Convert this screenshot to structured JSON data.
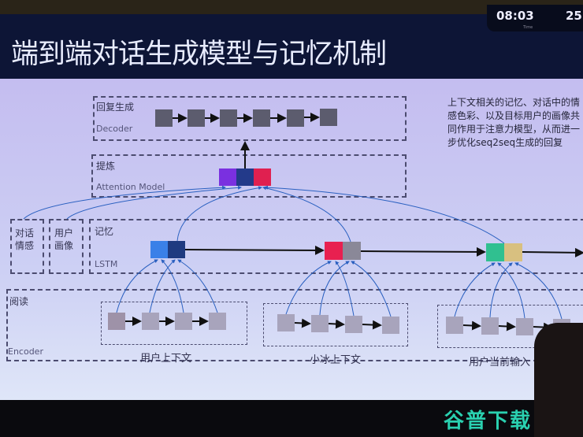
{
  "header": {
    "title": "端到端对话生成模型与记忆机制",
    "clock_time": "08:03",
    "clock_time_label": "Time",
    "clock_date": "25"
  },
  "decoder": {
    "label_cn": "回复生成",
    "label_en": "Decoder"
  },
  "attention": {
    "label_cn": "提炼",
    "label_en": "Attention Model",
    "colors": [
      "#7a30e0",
      "#233a8a",
      "#e02050"
    ]
  },
  "memory": {
    "emotion_label": "对话情感",
    "persona_label": "用户画像",
    "label_cn": "记忆",
    "label_en": "LSTM",
    "cell_colors": [
      [
        "#3a80e8",
        "#1e3a80"
      ],
      [
        "#e82050",
        "#8a8898"
      ],
      [
        "#30c090",
        "#d8c080"
      ]
    ]
  },
  "encoder": {
    "label_cn": "阅读",
    "label_en": "Encoder",
    "groups": [
      "用户上下文",
      "小冰上下文",
      "用户当前输入"
    ]
  },
  "note": "上下文相关的记忆、对话中的情感色彩、以及目标用户的画像共同作用于注意力模型，从而进一步优化seq2seq生成的回复",
  "watermark": "谷普下载"
}
